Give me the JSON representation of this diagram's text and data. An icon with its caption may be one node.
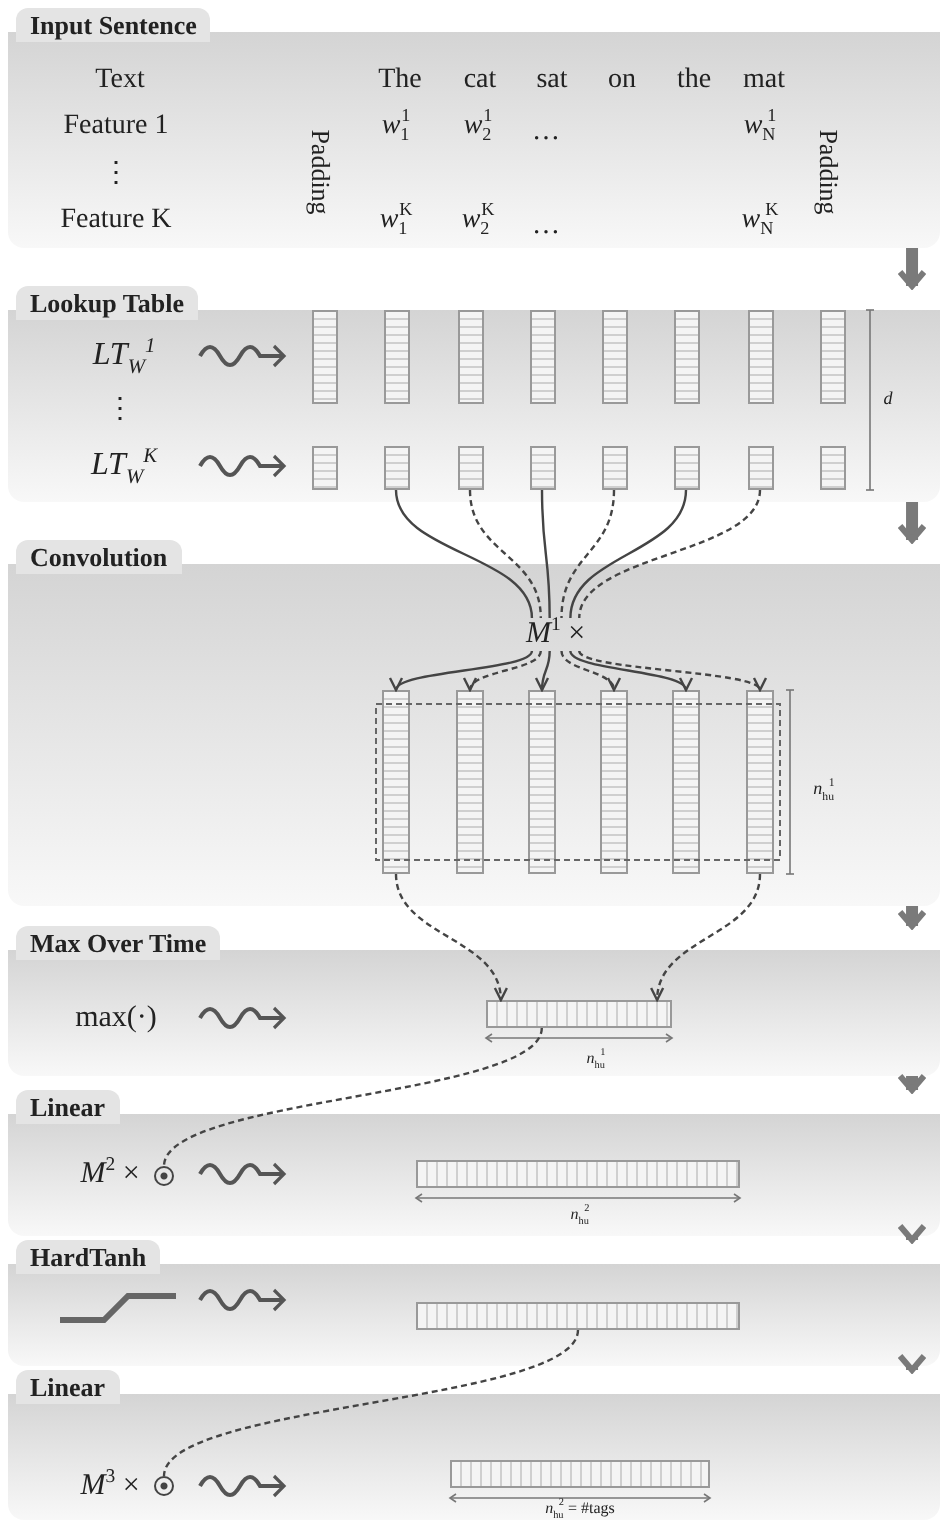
{
  "diagram": {
    "nodes": [
      {
        "text": [
          "Input Sentence"
        ]
      },
      {
        "text": [
          "Lookup Table"
        ]
      },
      {
        "text": [
          "Convolution"
        ]
      },
      {
        "text": [
          "Max Over Time"
        ]
      },
      {
        "text": [
          "Linear"
        ]
      },
      {
        "text": [
          "HardTanh"
        ]
      },
      {
        "text": [
          "Linear"
        ]
      },
      {
        "text": [],
        "shape": "bar",
        "in": 1
      },
      {
        "text": [],
        "shape": "bar",
        "in": 1
      },
      {
        "text": [],
        "shape": "bar",
        "in": 1
      },
      {
        "text": [],
        "shape": "bar",
        "in": 1
      },
      {
        "text": [],
        "shape": "bar",
        "in": 1
      },
      {
        "text": [],
        "shape": "bar",
        "in": 1
      },
      {
        "text": [],
        "shape": "bar",
        "in": 1
      },
      {
        "text": [],
        "shape": "bar",
        "in": 1
      },
      {
        "text": [],
        "shape": "bar",
        "in": 1
      },
      {
        "text": [],
        "shape": "bar",
        "in": 1
      },
      {
        "text": [],
        "shape": "bar",
        "in": 1
      },
      {
        "text": [],
        "shape": "bar",
        "in": 1
      },
      {
        "text": [],
        "shape": "bar",
        "in": 1
      },
      {
        "text": [],
        "shape": "bar",
        "in": 1
      },
      {
        "text": [],
        "shape": "bar",
        "in": 1
      },
      {
        "text": [],
        "shape": "bar",
        "in": 1
      },
      {
        "text": [
          "*M*$^{1}$ ×"
        ],
        "in": 2
      },
      {
        "text": [],
        "shape": "bar",
        "in": 2
      },
      {
        "text": [],
        "shape": "bar",
        "in": 2
      },
      {
        "text": [],
        "shape": "bar",
        "in": 2
      },
      {
        "text": [],
        "shape": "bar",
        "in": 2
      },
      {
        "text": [],
        "shape": "bar",
        "in": 2
      },
      {
        "text": [],
        "shape": "bar",
        "in": 2
      },
      {
        "text": [],
        "shape": "bar",
        "in": 3
      },
      {
        "text": [],
        "shape": "circle",
        "in": 4
      },
      {
        "text": [],
        "shape": "bar",
        "in": 4
      },
      {
        "text": [],
        "shape": "bar",
        "in": 5
      },
      {
        "text": [],
        "shape": "circle",
        "in": 6
      },
      {
        "text": [],
        "shape": "bar",
        "in": 6
      }
    ],
    "edges": [
      {
        "from": 0,
        "to": 1,
        "arrow": "to",
        "style": "thick",
        "color": "#7a7a7a"
      },
      {
        "from": 1,
        "to": 2,
        "arrow": "to",
        "style": "thick",
        "color": "#7a7a7a"
      },
      {
        "from": 2,
        "to": 3,
        "arrow": "to",
        "style": "thick",
        "color": "#7a7a7a"
      },
      {
        "from": 3,
        "to": 4,
        "arrow": "to",
        "style": "thick",
        "color": "#7a7a7a"
      },
      {
        "from": 4,
        "to": 5,
        "arrow": "to",
        "style": "thick",
        "color": "#7a7a7a"
      },
      {
        "from": 5,
        "to": 6,
        "arrow": "to",
        "style": "thick",
        "color": "#7a7a7a"
      },
      {
        "from": 16,
        "to": 23,
        "arrow": "none"
      },
      {
        "from": 17,
        "to": 23,
        "arrow": "none",
        "style": "dashed"
      },
      {
        "from": 18,
        "to": 23,
        "arrow": "none"
      },
      {
        "from": 19,
        "to": 23,
        "arrow": "none",
        "style": "dashed"
      },
      {
        "from": 20,
        "to": 23,
        "arrow": "none"
      },
      {
        "from": 21,
        "to": 23,
        "arrow": "none",
        "style": "dashed"
      },
      {
        "from": 23,
        "to": 24,
        "arrow": "to"
      },
      {
        "from": 23,
        "to": 25,
        "arrow": "to",
        "style": "dashed"
      },
      {
        "from": 23,
        "to": 26,
        "arrow": "to"
      },
      {
        "from": 23,
        "to": 27,
        "arrow": "to",
        "style": "dashed"
      },
      {
        "from": 23,
        "to": 28,
        "arrow": "to"
      },
      {
        "from": 23,
        "to": 29,
        "arrow": "to",
        "style": "dashed"
      },
      {
        "from": 24,
        "to": 30,
        "arrow": "to",
        "style": "dashed"
      },
      {
        "from": 29,
        "to": 30,
        "arrow": "to",
        "style": "dashed"
      },
      {
        "from": 30,
        "to": 31,
        "arrow": "none",
        "style": "dashed"
      },
      {
        "from": 33,
        "to": 34,
        "arrow": "none",
        "style": "dashed"
      }
    ],
    "labels": [
      "Text",
      "The",
      "cat",
      "sat",
      "on",
      "the",
      "mat",
      "Feature 1",
      "Padding",
      "*w*$_{1}$$^{1}$",
      "*w*$_{2}$$^{1}$",
      "…",
      "*w*$_{N}$$^{1}$",
      "Padding",
      "⋮",
      "Feature K",
      "*w*$_{1}$$^{K}$",
      "*w*$_{2}$$^{K}$",
      "…",
      "*w*$_{N}$$^{K}$",
      "*LT*$_{W}$$^{1}$",
      "⋮",
      "*LT*$_{W}$$^{K}$",
      "*d*",
      "*n*$_{hu}$$^{1}$",
      "max(·)",
      "*n*$_{hu}$$^{1}$",
      "*M*$^{2}$ ×",
      "*n*$_{hu}$$^{2}$",
      "*M*$^{3}$ ×",
      "*n*$_{hu}$$^{2}$ = #tags"
    ]
  }
}
